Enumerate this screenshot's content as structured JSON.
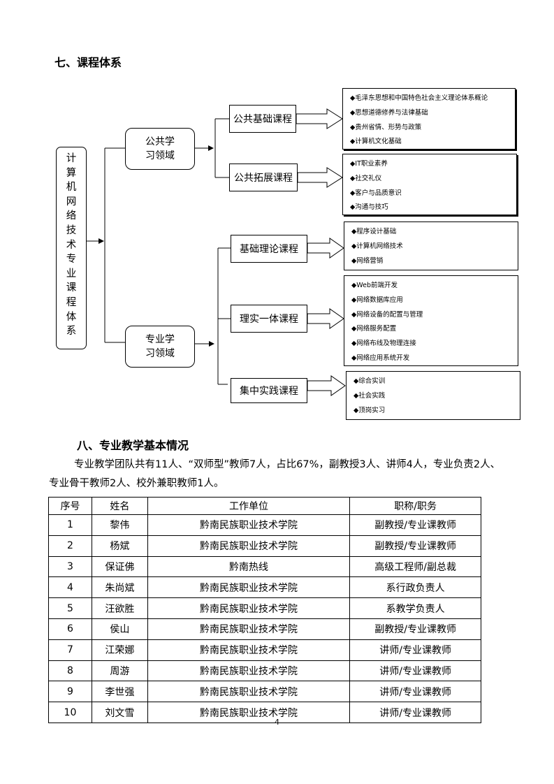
{
  "section7": {
    "title": "七、课程体系"
  },
  "diagram": {
    "root": "计\n算\n机\n网\n络\n技\n术\n专\n业\n课\n程\n体\n系",
    "domains": [
      {
        "name": "公共学\n习领域",
        "categories": [
          {
            "name": "公共基础课程",
            "items": [
              "◆毛泽东思想和中国特色社会主义理论体系概论",
              "◆思想道德修养与法律基础",
              "◆贵州省情、形势与政策",
              "◆计算机文化基础"
            ]
          },
          {
            "name": "公共拓展课程",
            "items": [
              "◆IT职业素养",
              "◆社交礼仪",
              "◆客户与品质意识",
              "◆沟通与技巧"
            ]
          }
        ]
      },
      {
        "name": "专业学\n习领域",
        "categories": [
          {
            "name": "基础理论课程",
            "items": [
              "◆程序设计基础",
              "◆计算机网络技术",
              "◆网络营销"
            ]
          },
          {
            "name": "理实一体课程",
            "items": [
              "◆Web前端开发",
              "◆网络数据库应用",
              "◆网络设备的配置与管理",
              "◆网络服务配置",
              "◆网络布线及物理连接",
              "◆网络应用系统开发"
            ]
          },
          {
            "name": "集中实践课程",
            "items": [
              "◆综合实训",
              "◆社会实践",
              "◆顶岗实习"
            ]
          }
        ]
      }
    ]
  },
  "section8": {
    "title": "八、专业教学基本情况",
    "paragraph": "专业教学团队共有11人、“双师型”教师7人，占比67%，副教授3人、讲师4人，专业负责2人、专业骨干教师2人、校外兼职教师1人。"
  },
  "table": {
    "headers": [
      "序号",
      "姓名",
      "工作单位",
      "职称/职务"
    ],
    "rows": [
      [
        "1",
        "黎伟",
        "黔南民族职业技术学院",
        "副教授/专业课教师"
      ],
      [
        "2",
        "杨斌",
        "黔南民族职业技术学院",
        "副教授/专业课教师"
      ],
      [
        "3",
        "保证佛",
        "黔南热线",
        "高级工程师/副总裁"
      ],
      [
        "4",
        "朱尚斌",
        "黔南民族职业技术学院",
        "系行政负责人"
      ],
      [
        "5",
        "汪欲胜",
        "黔南民族职业技术学院",
        "系教学负责人"
      ],
      [
        "6",
        "侯山",
        "黔南民族职业技术学院",
        "副教授/专业课教师"
      ],
      [
        "7",
        "江荣娜",
        "黔南民族职业技术学院",
        "讲师/专业课教师"
      ],
      [
        "8",
        "周游",
        "黔南民族职业技术学院",
        "讲师/专业课教师"
      ],
      [
        "9",
        "李世强",
        "黔南民族职业技术学院",
        "讲师/专业课教师"
      ],
      [
        "10",
        "刘文雪",
        "黔南民族职业技术学院",
        "讲师/专业课教师"
      ]
    ]
  },
  "footer": {
    "page_number": "4"
  }
}
